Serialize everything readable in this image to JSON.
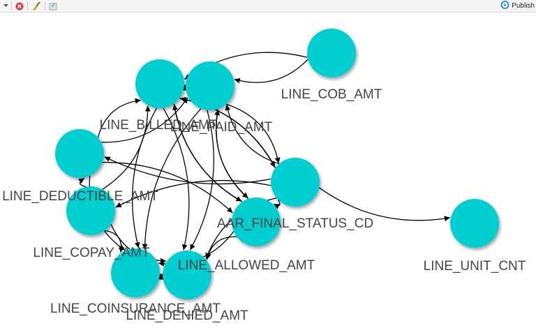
{
  "toolbar": {
    "publish_label": "Publish",
    "icons": [
      "dropdown-arrow-icon",
      "close-icon",
      "broom-icon",
      "export-icon",
      "publish-icon"
    ]
  },
  "graph": {
    "node_color": "#00ced1",
    "edge_color": "#000000",
    "label_color": "#444444",
    "nodes": [
      {
        "id": "billed",
        "label": "LINE_BILLED_AMT"
      },
      {
        "id": "paid",
        "label": "LINE_PAID_AMT"
      },
      {
        "id": "cob",
        "label": "LINE_COB_AMT"
      },
      {
        "id": "deductible",
        "label": "LINE_DEDUCTIBLE_AMT"
      },
      {
        "id": "status",
        "label": "AAR_FINAL_STATUS_CD"
      },
      {
        "id": "copay",
        "label": "LINE_COPAY_AMT"
      },
      {
        "id": "unit",
        "label": "LINE_UNIT_CNT"
      },
      {
        "id": "allowed",
        "label": "LINE_ALLOWED_AMT"
      },
      {
        "id": "coins",
        "label": "LINE_COINSURANCE_AMT"
      },
      {
        "id": "denied",
        "label": "LINE_DENIED_AMT"
      }
    ],
    "edges": [
      {
        "from": "cob",
        "to": "billed"
      },
      {
        "from": "cob",
        "to": "paid"
      },
      {
        "from": "status",
        "to": "unit"
      },
      {
        "from": "status",
        "to": "deductible"
      },
      {
        "from": "status",
        "to": "copay"
      },
      {
        "from": "status",
        "to": "paid"
      },
      {
        "from": "status",
        "to": "billed"
      },
      {
        "from": "status",
        "to": "allowed"
      },
      {
        "from": "billed",
        "to": "paid"
      },
      {
        "from": "billed",
        "to": "status"
      },
      {
        "from": "billed",
        "to": "coins"
      },
      {
        "from": "billed",
        "to": "denied"
      },
      {
        "from": "billed",
        "to": "allowed"
      },
      {
        "from": "paid",
        "to": "status"
      },
      {
        "from": "paid",
        "to": "coins"
      },
      {
        "from": "paid",
        "to": "denied"
      },
      {
        "from": "paid",
        "to": "allowed"
      },
      {
        "from": "deductible",
        "to": "billed"
      },
      {
        "from": "deductible",
        "to": "paid"
      },
      {
        "from": "deductible",
        "to": "allowed"
      },
      {
        "from": "deductible",
        "to": "coins"
      },
      {
        "from": "copay",
        "to": "coins"
      },
      {
        "from": "copay",
        "to": "denied"
      },
      {
        "from": "copay",
        "to": "deductible"
      },
      {
        "from": "copay",
        "to": "billed"
      },
      {
        "from": "allowed",
        "to": "coins"
      },
      {
        "from": "allowed",
        "to": "denied"
      },
      {
        "from": "allowed",
        "to": "paid"
      },
      {
        "from": "coins",
        "to": "denied"
      },
      {
        "from": "denied",
        "to": "coins"
      },
      {
        "from": "status",
        "to": "denied"
      },
      {
        "from": "allowed",
        "to": "billed"
      }
    ]
  }
}
